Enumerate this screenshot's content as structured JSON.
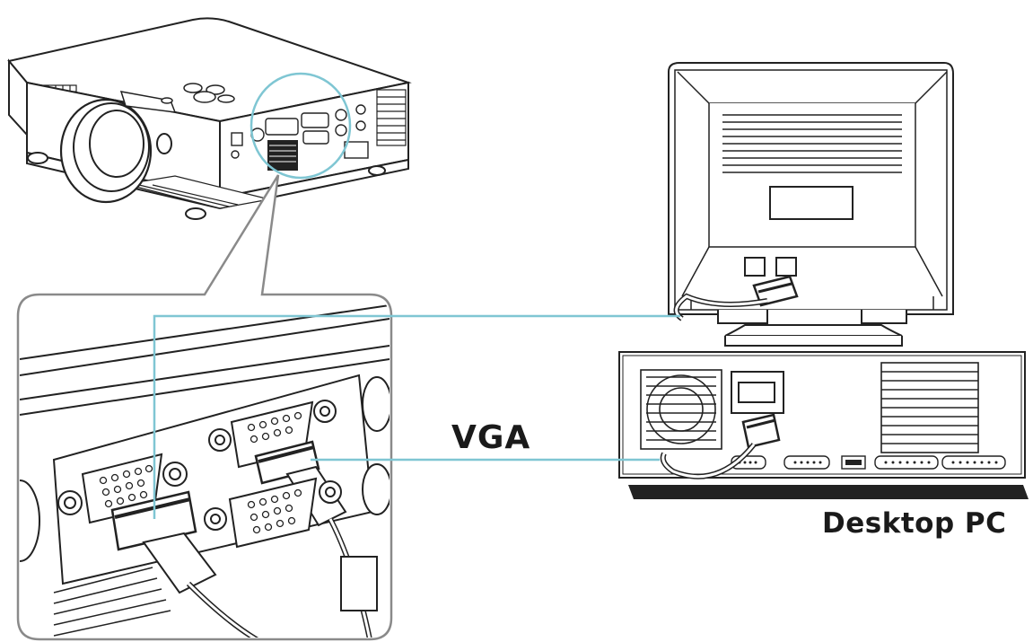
{
  "labels": {
    "vga": "VGA",
    "desktop_pc": "Desktop PC"
  },
  "icons": {
    "projector": "projector-icon",
    "monitor": "crt-monitor-icon",
    "computer": "desktop-computer-icon",
    "callout": "magnifier-callout"
  },
  "colors": {
    "cable": "#7fc6d3",
    "line_art": "#222222",
    "callout_border": "#8a8a8a",
    "highlight_circle": "#7fc6d3"
  }
}
